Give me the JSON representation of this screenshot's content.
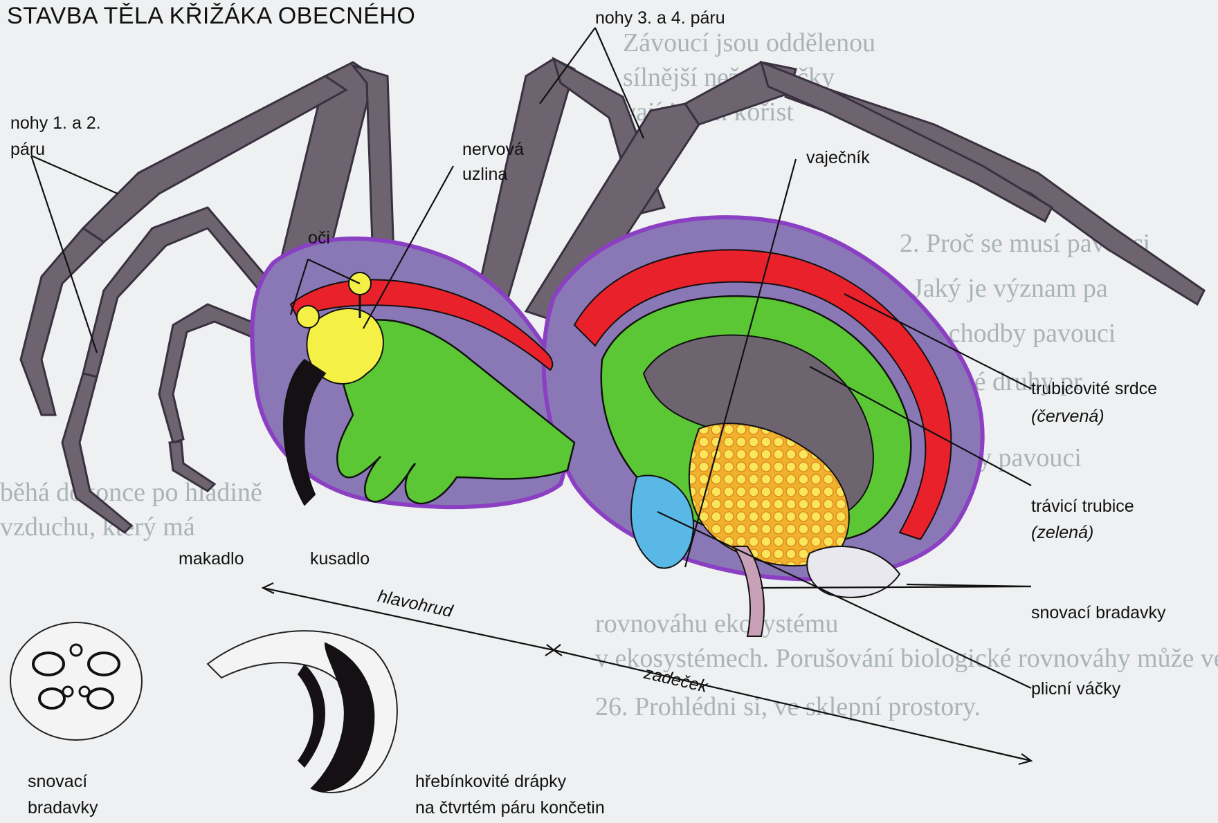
{
  "title": "STAVBA TĚLA KŘIŽÁKA OBECNÉHO",
  "labels": {
    "legs12_line1": "nohy 1. a 2.",
    "legs12_line2": "páru",
    "legs34": "nohy 3. a 4. páru",
    "ganglion_line1": "nervová",
    "ganglion_line2": "uzlina",
    "eyes": "oči",
    "ovary": "vaječník",
    "heart_line1": "trubicovité srdce",
    "heart_line2": "(červená)",
    "gut_line1": "trávicí trubice",
    "gut_line2": "(zelená)",
    "spinnerets": "snovací bradavky",
    "lungs": "plicní váčky",
    "palp": "makadlo",
    "chelicera": "kusadlo",
    "cephalothorax": "hlavohrud",
    "abdomen": "zadeček",
    "detail_spinnerets_line1": "snovací",
    "detail_spinnerets_line2": "bradavky",
    "detail_claws_line1": "hřebínkovité drápky",
    "detail_claws_line2": "na čtvrtém páru končetin"
  },
  "colors": {
    "legs": "#6d6470",
    "body_outline": "#8b3fc2",
    "body_fill": "#8a78b6",
    "heart": "#e8212b",
    "gut": "#5cc734",
    "nerve": "#f4f046",
    "ovary": "#f7d23b",
    "lungs": "#5ab8e6"
  }
}
